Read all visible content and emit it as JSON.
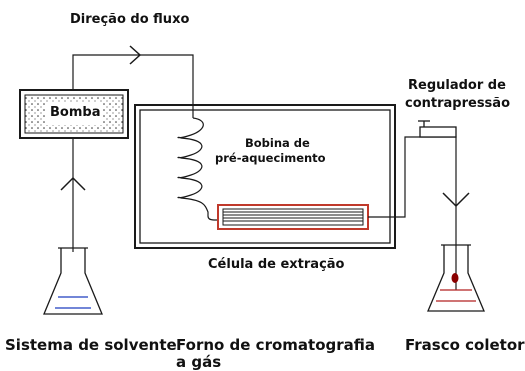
{
  "labels": {
    "flow_direction": "Direção do fluxo",
    "pump": "Bomba",
    "preheat_coil_line1": "Bobina de",
    "preheat_coil_line2": "pré-aquecimento",
    "extraction_cell": "Célula de extração",
    "back_pressure_regulator_line1": "Regulador de",
    "back_pressure_regulator_line2": "contrapressão",
    "solvent_system": "Sistema de solvente",
    "gc_oven_line1": "Forno de cromatografia",
    "gc_oven_line2": "a gás",
    "collection_flask": "Frasco coletor"
  },
  "colors": {
    "line": "#1a1a1a",
    "cell_border": "#c0392b",
    "solvent": "#1f3fbf",
    "collected_liquid": "#b22222",
    "droplet": "#8b0000"
  }
}
